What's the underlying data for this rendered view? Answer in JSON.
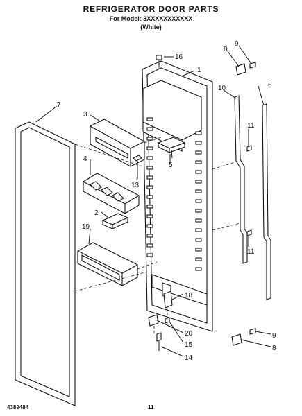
{
  "header": {
    "title": "REFRIGERATOR DOOR PARTS",
    "model_line": "For Model: 8XXXXXXXXXXX",
    "color_line": "(White)"
  },
  "footer": {
    "doc_number": "4389484",
    "page_number": "11"
  },
  "callouts": [
    "1",
    "2",
    "3",
    "4",
    "5",
    "6",
    "7",
    "8",
    "9",
    "10",
    "11",
    "13",
    "14",
    "15",
    "16",
    "18",
    "19",
    "20"
  ],
  "callouts_repeat": [
    "8",
    "9",
    "11"
  ]
}
